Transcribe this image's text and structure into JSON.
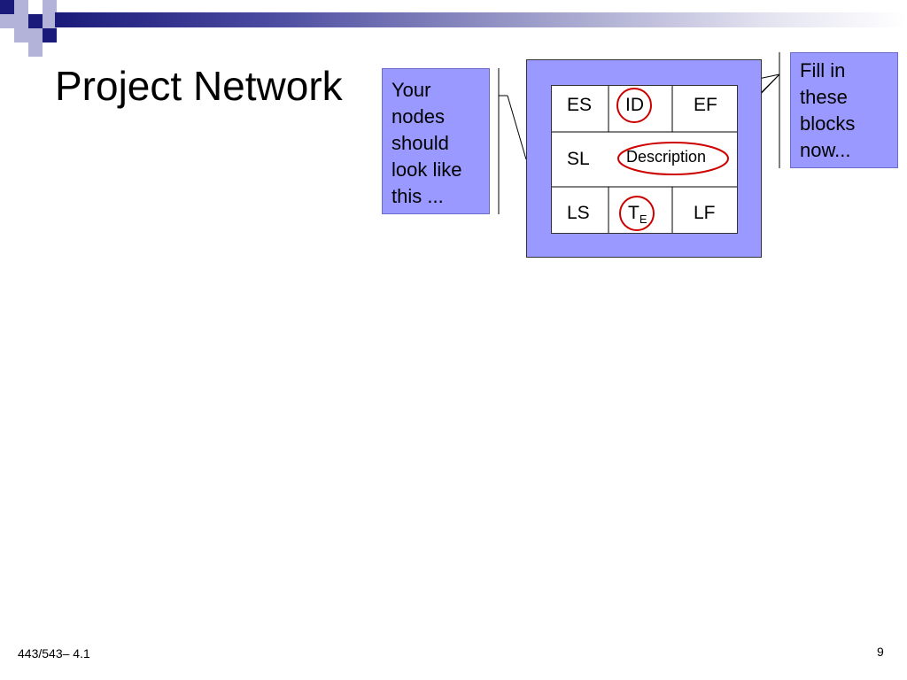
{
  "slide": {
    "title": "Project Network",
    "footer_left": "443/543– 4.1",
    "page_number": "9"
  },
  "callouts": {
    "left_text": "Your nodes should look like this ...",
    "right_text": "Fill in these blocks now..."
  },
  "node": {
    "es": "ES",
    "id": "ID",
    "ef": "EF",
    "sl": "SL",
    "description": "Description",
    "ls": "LS",
    "te_main": "T",
    "te_sub": "E",
    "lf": "LF"
  },
  "colors": {
    "accent_navy": "#1a1a7a",
    "callout_fill": "#9999ff",
    "highlight_red": "#cc0000"
  }
}
